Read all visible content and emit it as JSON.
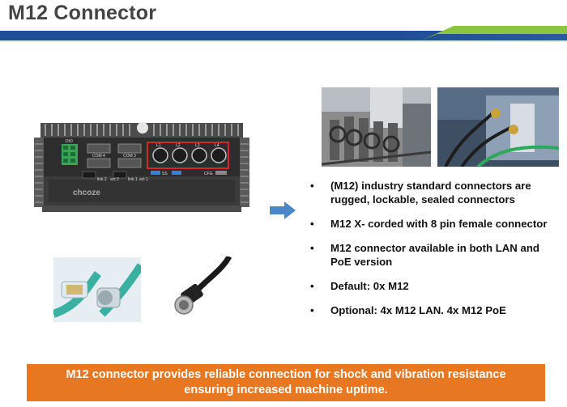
{
  "slide": {
    "title": "M12 Connector",
    "device": {
      "brand": "chcoze",
      "labels": {
        "com4": "COM 4",
        "com3": "COM 3",
        "link2": "link 2",
        "act2": "act 2",
        "link1": "link 1",
        "act1": "act 1",
        "ports": [
          "L1",
          "L2",
          "L3",
          "L4"
        ],
        "dio": "DIO",
        "usb": "SS",
        "cfg": "CFG"
      }
    },
    "bullets": [
      "(M12) industry standard connectors are rugged, lockable, sealed connectors",
      "M12 X- corded with 8 pin female connector",
      "M12 connector available in  both LAN and PoE version",
      "Default: 0x M12",
      "Optional: 4x M12 LAN. 4x M12 PoE"
    ],
    "bullet_marker": "•",
    "banner": {
      "line1": "M12 connector provides reliable connection for shock and vibration resistance",
      "line2": "ensuring increased machine uptime."
    },
    "colors": {
      "title": "#444444",
      "header_blue": "#1f4e96",
      "header_green": "#8cc63f",
      "arrow": "#4a86c8",
      "banner": "#e87722",
      "highlight_box": "#d62828"
    }
  }
}
